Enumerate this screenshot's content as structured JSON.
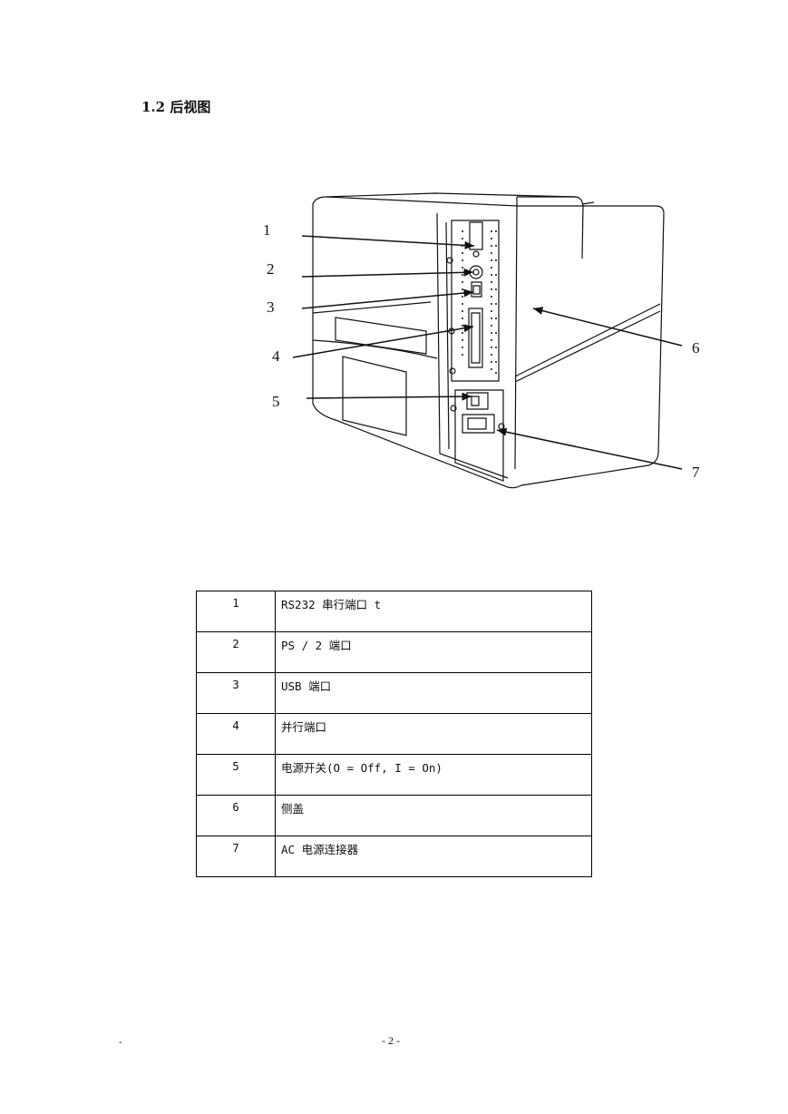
{
  "heading": "1.2 后视图",
  "callouts": [
    "1",
    "2",
    "3",
    "4",
    "5",
    "6",
    "7"
  ],
  "parts": [
    {
      "num": "1",
      "label": "RS232 串行端口 t"
    },
    {
      "num": "2",
      "label": "PS / 2 端口"
    },
    {
      "num": "3",
      "label": "USB 端口"
    },
    {
      "num": "4",
      "label": "并行端口"
    },
    {
      "num": "5",
      "label": "电源开关(O = Off, I = On)"
    },
    {
      "num": "6",
      "label": "侧盖"
    },
    {
      "num": "7",
      "label": "AC 电源连接器"
    }
  ],
  "footer": {
    "left_mark": "-",
    "page": "- 2 -"
  },
  "colors": {
    "ink": "#111111",
    "background": "#ffffff"
  }
}
